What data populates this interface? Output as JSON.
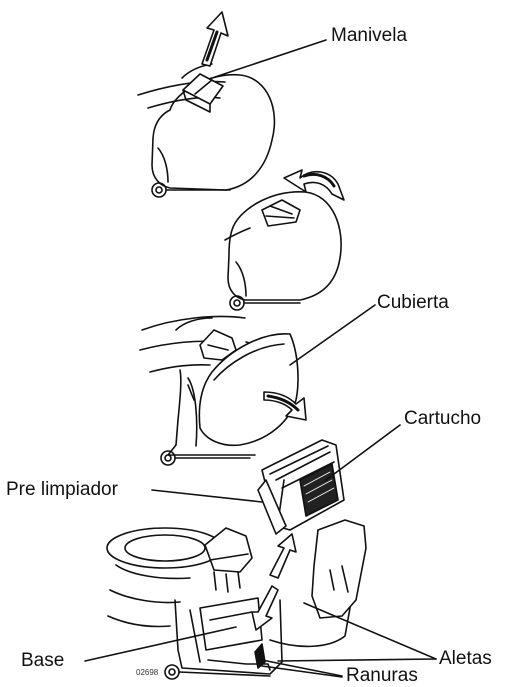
{
  "labels": {
    "manivela": "Manivela",
    "cubierta": "Cubierta",
    "cartucho": "Cartucho",
    "pre_limpiador": "Pre limpiador",
    "base": "Base",
    "aletas": "Aletas",
    "ranuras": "Ranuras"
  },
  "figure_code": "02698",
  "colors": {
    "ink": "#111111",
    "paper": "#ffffff",
    "shade": "#222222"
  },
  "icons": [
    "up-arrow-icon",
    "rotate-arrow-icon",
    "down-right-arrow-icon"
  ]
}
